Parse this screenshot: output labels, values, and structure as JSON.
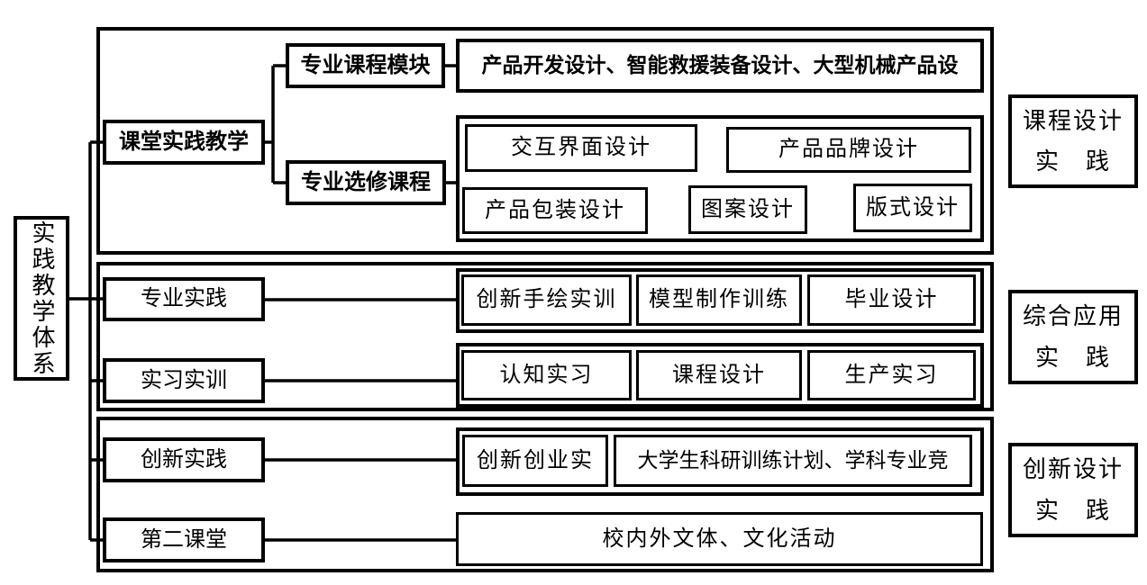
{
  "colors": {
    "line": "#000000",
    "background": "#ffffff",
    "text": "#000000"
  },
  "root": {
    "label": "实践教学体系"
  },
  "branches": {
    "classroom": {
      "label": "课堂实践教学",
      "module": {
        "label": "专业课程模块",
        "courses": "产品开发设计、智能救援装备设计、大型机械产品设"
      },
      "elective": {
        "label": "专业选修课程",
        "courses": [
          "交互界面设计",
          "产品品牌设计",
          "产品包装设计",
          "图案设计",
          "版式设计"
        ]
      }
    },
    "professional": {
      "label": "专业实践",
      "courses": [
        "创新手绘实训",
        "模型制作训练",
        "毕业设计"
      ]
    },
    "internship": {
      "label": "实习实训",
      "courses": [
        "认知实习",
        "课程设计",
        "生产实习"
      ]
    },
    "innovation": {
      "label": "创新实践",
      "courses": [
        "创新创业实",
        "大学生科研训练计划、学科专业竞"
      ]
    },
    "second_classroom": {
      "label": "第二课堂",
      "courses": "校内外文体、文化活动"
    }
  },
  "right_labels": [
    {
      "line1": "课程设计",
      "line2": "实　践"
    },
    {
      "line1": "综合应用",
      "line2": "实　践"
    },
    {
      "line1": "创新设计",
      "line2": "实　践"
    }
  ]
}
